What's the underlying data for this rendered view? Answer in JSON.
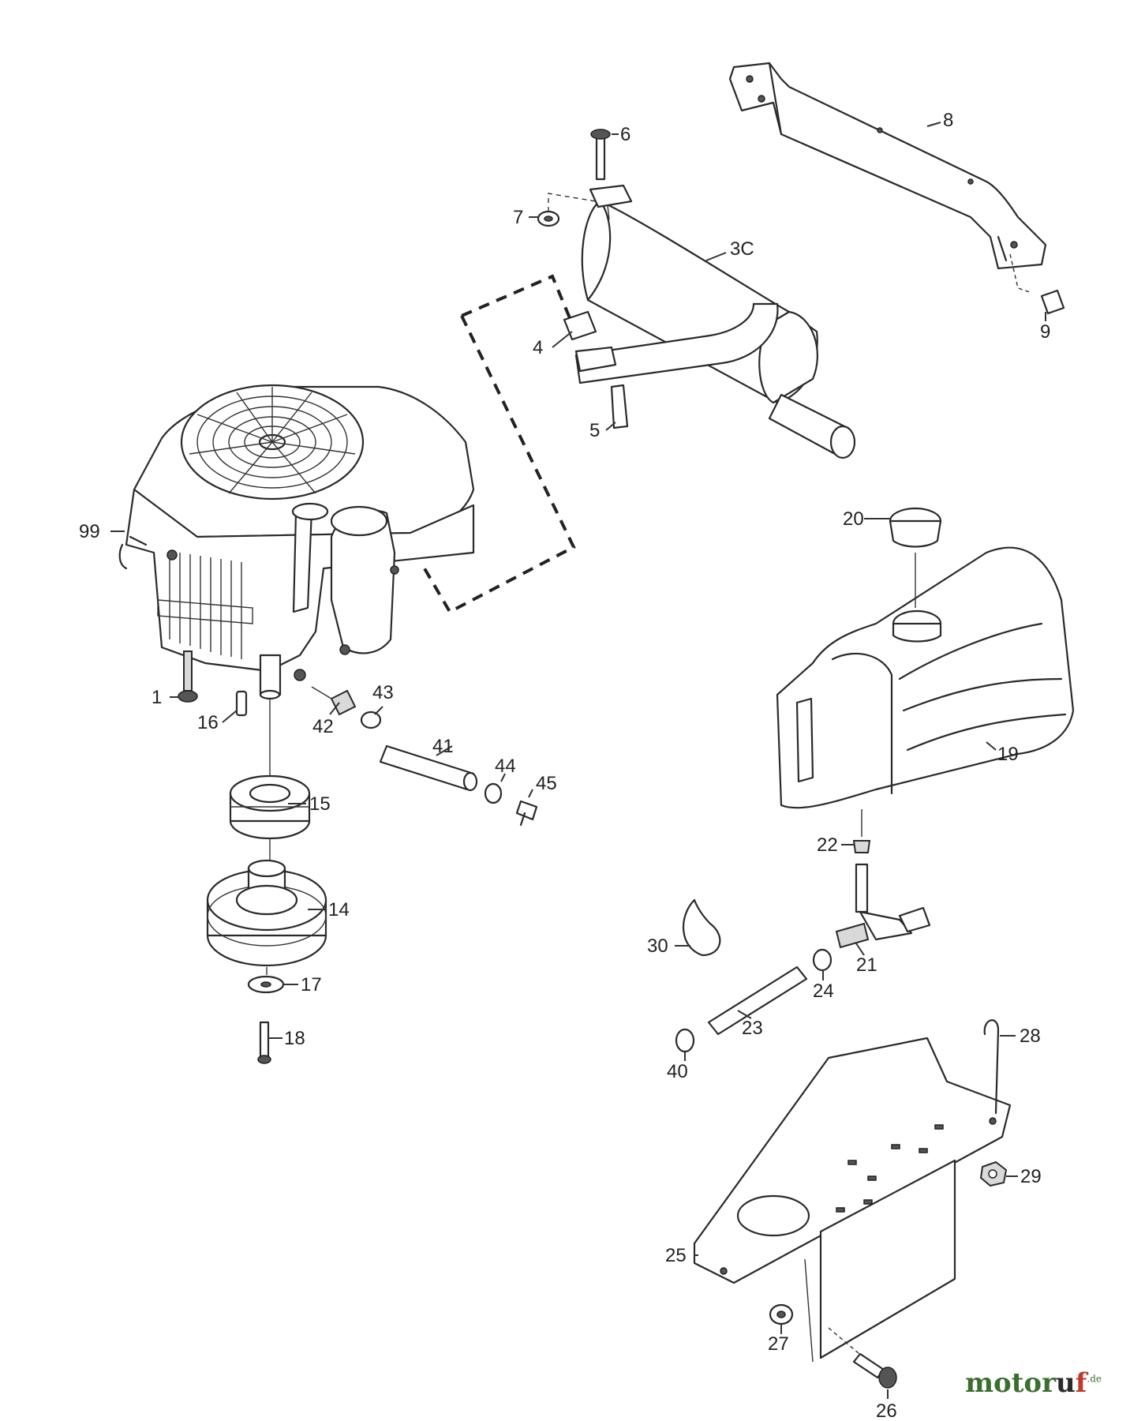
{
  "parts": [
    {
      "id": "99"
    },
    {
      "id": "1"
    },
    {
      "id": "16"
    },
    {
      "id": "15"
    },
    {
      "id": "14"
    },
    {
      "id": "17"
    },
    {
      "id": "18"
    },
    {
      "id": "42"
    },
    {
      "id": "43"
    },
    {
      "id": "41"
    },
    {
      "id": "44"
    },
    {
      "id": "45"
    },
    {
      "id": "6"
    },
    {
      "id": "7"
    },
    {
      "id": "3C"
    },
    {
      "id": "4"
    },
    {
      "id": "5"
    },
    {
      "id": "8"
    },
    {
      "id": "9"
    },
    {
      "id": "20"
    },
    {
      "id": "19"
    },
    {
      "id": "22"
    },
    {
      "id": "30"
    },
    {
      "id": "21"
    },
    {
      "id": "24"
    },
    {
      "id": "23"
    },
    {
      "id": "40"
    },
    {
      "id": "28"
    },
    {
      "id": "29"
    },
    {
      "id": "25"
    },
    {
      "id": "27"
    },
    {
      "id": "26"
    }
  ],
  "watermark": {
    "part1": "motor",
    "part2": "u",
    "part3": "f",
    "suffix": ".de"
  }
}
